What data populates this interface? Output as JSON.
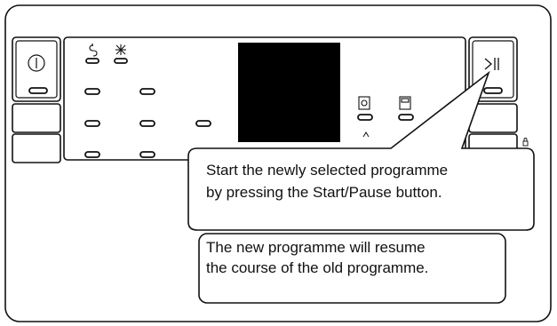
{
  "colors": {
    "stroke": "#111111",
    "display": "#000000",
    "background": "#ffffff"
  },
  "icons": {
    "power": "power-icon",
    "start_pause": "play-pause-icon",
    "programme_1": "s-curl-icon",
    "programme_2": "asterisk-icon",
    "option_1": "circle-in-square-icon",
    "option_2": "square-in-square-icon",
    "child_lock": "lock-icon"
  },
  "callouts": {
    "start_instruction": {
      "line1": "Start the newly selected programme",
      "line2": "by pressing the Start/Pause button."
    },
    "resume_note": {
      "line1": "The new programme will resume",
      "line2": "the course of the old programme."
    }
  }
}
